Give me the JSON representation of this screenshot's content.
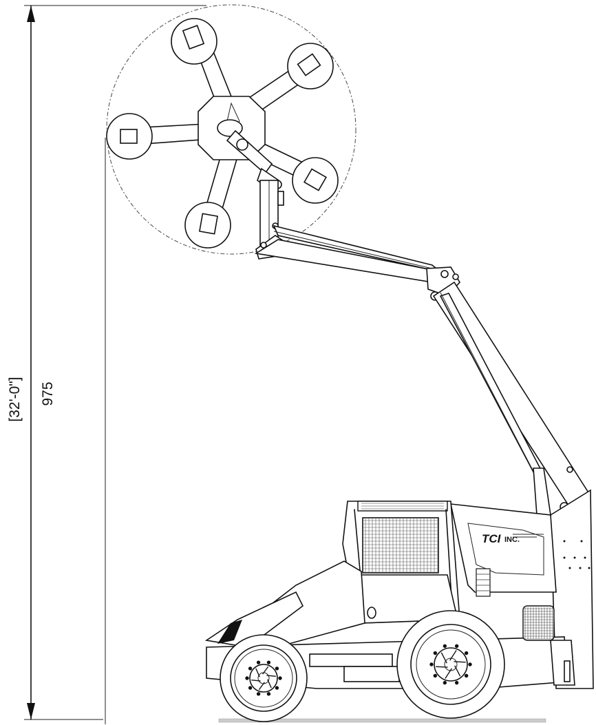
{
  "dimension": {
    "imperial": "[32'-0\"]",
    "metric": "975"
  },
  "machine": {
    "logo_main": "TCI",
    "logo_suffix": "INC."
  },
  "colors": {
    "line": "#111111",
    "grid": "#555555",
    "ground": "#cccccc"
  },
  "icons": [
    "vacuum-pad-icon",
    "wheel-icon",
    "cab-grille-icon"
  ]
}
